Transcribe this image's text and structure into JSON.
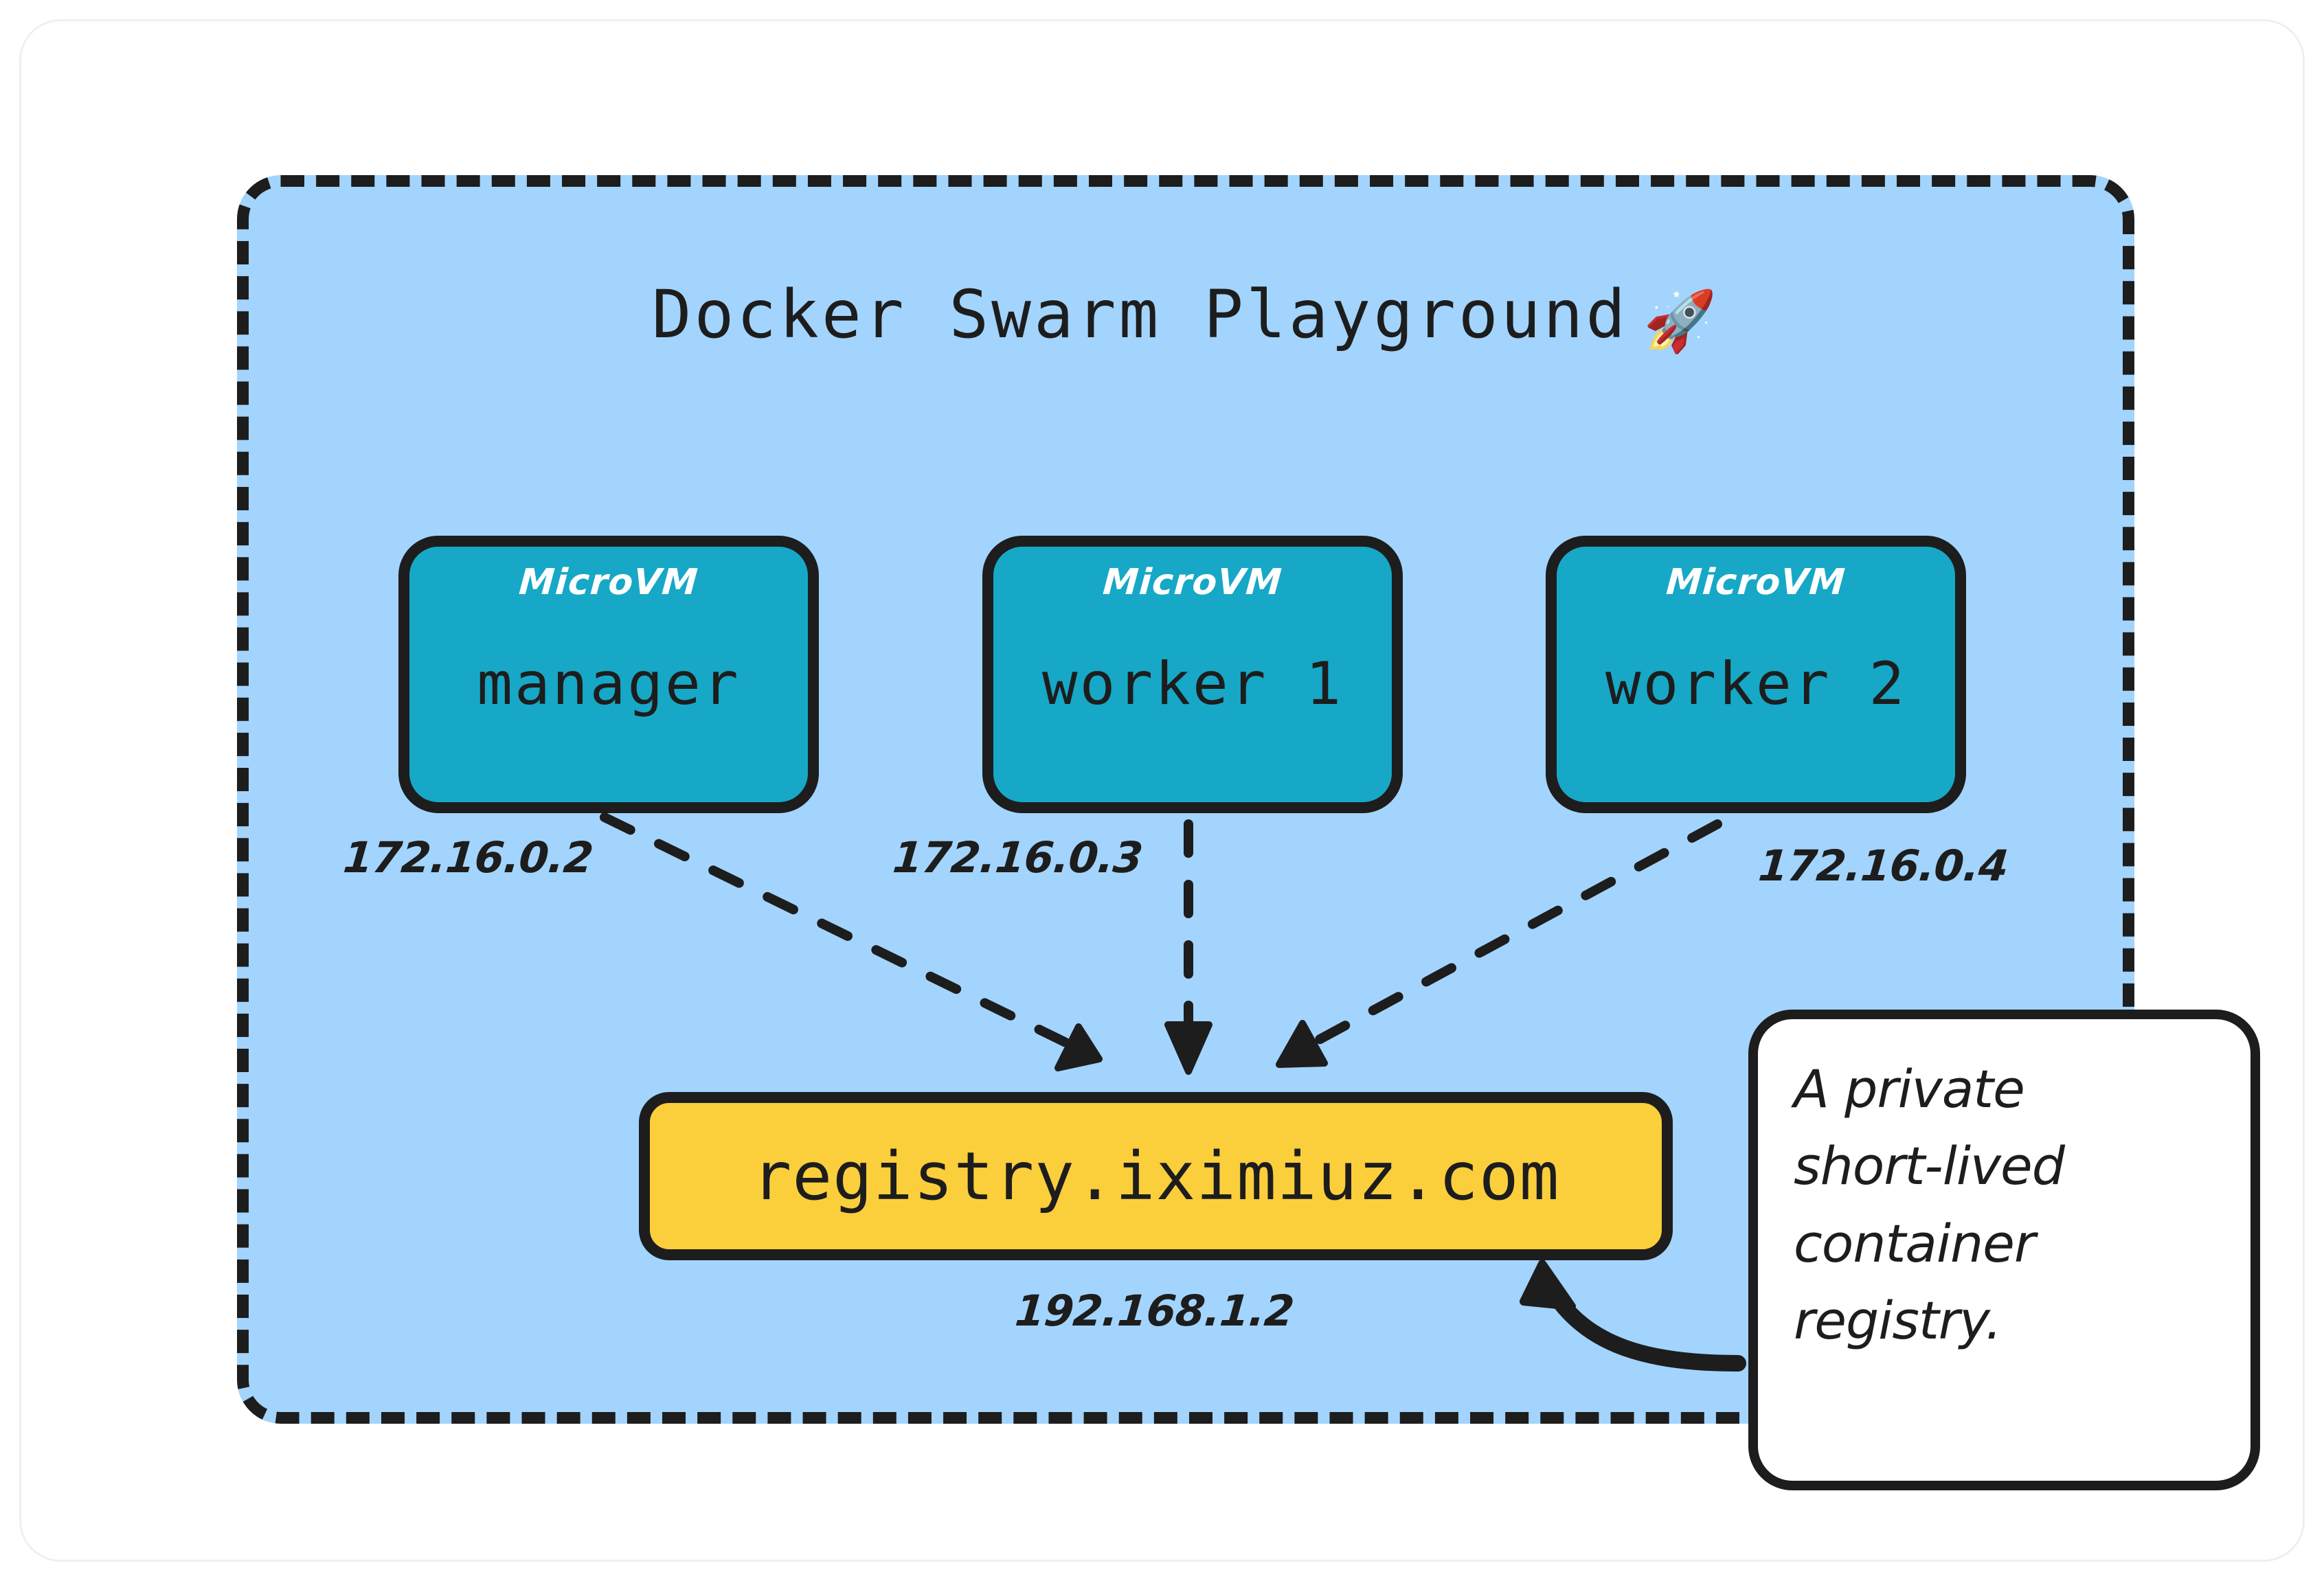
{
  "card": {
    "background_color": "#ffffff",
    "border_color": "#edf0f2"
  },
  "playground": {
    "title": "Docker Swarm Playground",
    "title_emoji": "🚀",
    "background_color": "#a3d4fd",
    "border_style": "dashed",
    "border_color": "#1d1d1d"
  },
  "nodes": [
    {
      "kind": "MicroVM",
      "name": "manager",
      "ip": "172.16.0.2",
      "fill_color": "#16a8c6",
      "border_color": "#1d1d1d"
    },
    {
      "kind": "MicroVM",
      "name": "worker 1",
      "ip": "172.16.0.3",
      "fill_color": "#16a8c6",
      "border_color": "#1d1d1d"
    },
    {
      "kind": "MicroVM",
      "name": "worker 2",
      "ip": "172.16.0.4",
      "fill_color": "#16a8c6",
      "border_color": "#1d1d1d"
    }
  ],
  "registry": {
    "hostname": "registry.iximiuz.com",
    "ip": "192.168.1.2",
    "fill_color": "#fbce3c",
    "border_color": "#1d1d1d"
  },
  "callout": {
    "lines": [
      "A private",
      "short-lived",
      "container",
      "registry."
    ],
    "fill_color": "#ffffff",
    "border_color": "#1d1d1d"
  },
  "connections": {
    "style": "dashed-arrow",
    "color": "#1d1d1d",
    "edges": [
      {
        "from": "manager",
        "to": "registry"
      },
      {
        "from": "worker 1",
        "to": "registry"
      },
      {
        "from": "worker 2",
        "to": "registry"
      }
    ],
    "annotation_pointer": {
      "from": "callout",
      "to": "registry",
      "style": "curved-solid-arrow"
    }
  },
  "chart_data": {
    "type": "diagram",
    "title": "Docker Swarm Playground",
    "nodes": [
      {
        "id": "manager",
        "label": "manager",
        "group": "MicroVM",
        "ip": "172.16.0.2"
      },
      {
        "id": "worker1",
        "label": "worker 1",
        "group": "MicroVM",
        "ip": "172.16.0.3"
      },
      {
        "id": "worker2",
        "label": "worker 2",
        "group": "MicroVM",
        "ip": "172.16.0.4"
      },
      {
        "id": "registry",
        "label": "registry.iximiuz.com",
        "group": "Registry",
        "ip": "192.168.1.2"
      }
    ],
    "edges": [
      {
        "source": "manager",
        "target": "registry",
        "style": "dashed"
      },
      {
        "source": "worker1",
        "target": "registry",
        "style": "dashed"
      },
      {
        "source": "worker2",
        "target": "registry",
        "style": "dashed"
      }
    ],
    "annotations": [
      {
        "target": "registry",
        "text": "A private short-lived container registry."
      }
    ]
  }
}
